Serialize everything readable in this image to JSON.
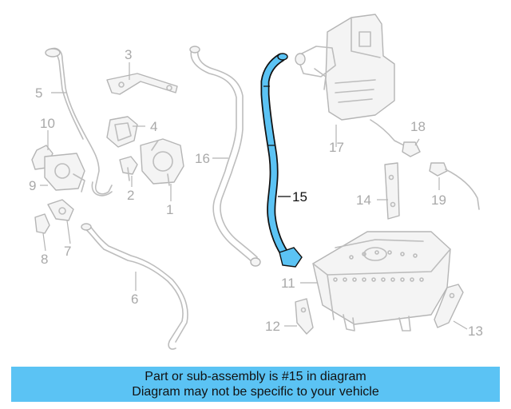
{
  "highlight_color": "#5bc3f4",
  "callouts": {
    "c1": "1",
    "c2": "2",
    "c3": "3",
    "c4": "4",
    "c5": "5",
    "c6": "6",
    "c7": "7",
    "c8": "8",
    "c9": "9",
    "c10": "10",
    "c11": "11",
    "c12": "12",
    "c13": "13",
    "c14": "14",
    "c15": "15",
    "c16": "16",
    "c17": "17",
    "c18": "18",
    "c19": "19"
  },
  "caption": {
    "line1": "Part or sub-assembly is #15 in diagram",
    "line2": "Diagram may not be specific to your vehicle"
  }
}
